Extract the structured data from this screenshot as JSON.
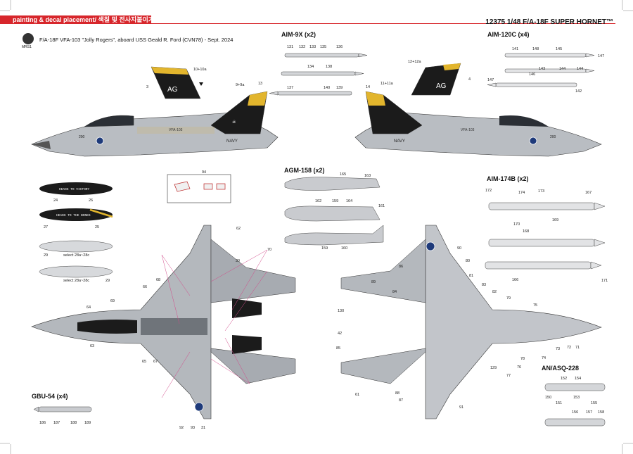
{
  "header": {
    "section": "painting & decal placement/ 색칠 및 전사지붙이기",
    "title": "12375 1/48 F/A-18F SUPER HORNET™"
  },
  "subtitle": "F/A-18F VFA-103 \"Jolly Rogers\", aboard USS Geald R. Ford (CVN78) - Sept. 2024",
  "logo_text": "MRS1",
  "sections": {
    "aim9x": "AIM-9X (x2)",
    "aim120c": "AIM-120C (x4)",
    "agm158": "AGM-158 (x2)",
    "aim174b": "AIM-174B (x2)",
    "gbu54": "GBU-54 (x4)",
    "anasq": "AN/ASQ-228"
  },
  "callouts": {
    "select1": "select 28a~28c",
    "select2": "select 28a~28c",
    "tank1": "HEADS TO VICTORY",
    "tank2": "HEADS TO THE BONES"
  },
  "numbers": {
    "n10": "10+10a",
    "n3": "3",
    "n9": "9+9a",
    "n13": "13",
    "n14": "14",
    "n11": "11+11a",
    "n12": "12+12a",
    "n4": "4",
    "n131": "131",
    "n132": "132",
    "n133": "133",
    "n135": "135",
    "n136": "136",
    "n134": "134",
    "n138": "138",
    "n137": "137",
    "n140": "140",
    "n139": "139",
    "n141": "141",
    "n148": "148",
    "n143": "143",
    "n144": "144",
    "n145": "145",
    "n146": "146",
    "n147": "147",
    "n142": "142",
    "n165": "165",
    "n163": "163",
    "n162": "162",
    "n159": "159",
    "n164": "164",
    "n161": "161",
    "n160": "160",
    "n172": "172",
    "n174": "174",
    "n173": "173",
    "n167": "167",
    "n170": "170",
    "n168": "168",
    "n169": "169",
    "n166": "166",
    "n171": "171",
    "n186": "186",
    "n187": "187",
    "n188": "188",
    "n189": "189",
    "n152": "152",
    "n154": "154",
    "n150": "150",
    "n151": "151",
    "n153": "153",
    "n155": "155",
    "n156": "156",
    "n157": "157",
    "n158": "158",
    "n24": "24",
    "n26": "26",
    "n27": "27",
    "n25": "25",
    "n29": "29",
    "n94": "94",
    "n62": "62",
    "n70": "70",
    "n30": "30",
    "n68": "68",
    "n66": "66",
    "n69": "69",
    "n64": "64",
    "n63": "63",
    "n65": "65",
    "n67": "67",
    "n31": "31",
    "n92": "92",
    "n93": "93",
    "n90": "90",
    "n86": "86",
    "n80": "80",
    "n81": "81",
    "n82": "82",
    "n83": "83",
    "n84": "84",
    "n89": "89",
    "n88": "88",
    "n87": "87",
    "n130": "130",
    "n42": "42",
    "n85": "85",
    "n79": "79",
    "n75": "75",
    "n76": "76",
    "n77": "77",
    "n78": "78",
    "n72": "72",
    "n71": "71",
    "n73": "73",
    "n74": "74",
    "n129": "129",
    "n91": "91",
    "n61": "61"
  },
  "aircraft_markings": {
    "modex": "200",
    "squadron": "VFA-103",
    "navy": "NAVY",
    "tail_letters": "AG"
  },
  "colors": {
    "accent": "#d7262b",
    "gray_light": "#c5c8cc",
    "gray_mid": "#a9adb3",
    "gray_dark": "#6d7278",
    "black": "#1b1b1b",
    "yellow": "#e2b52d",
    "callout": "#d24b8a"
  }
}
